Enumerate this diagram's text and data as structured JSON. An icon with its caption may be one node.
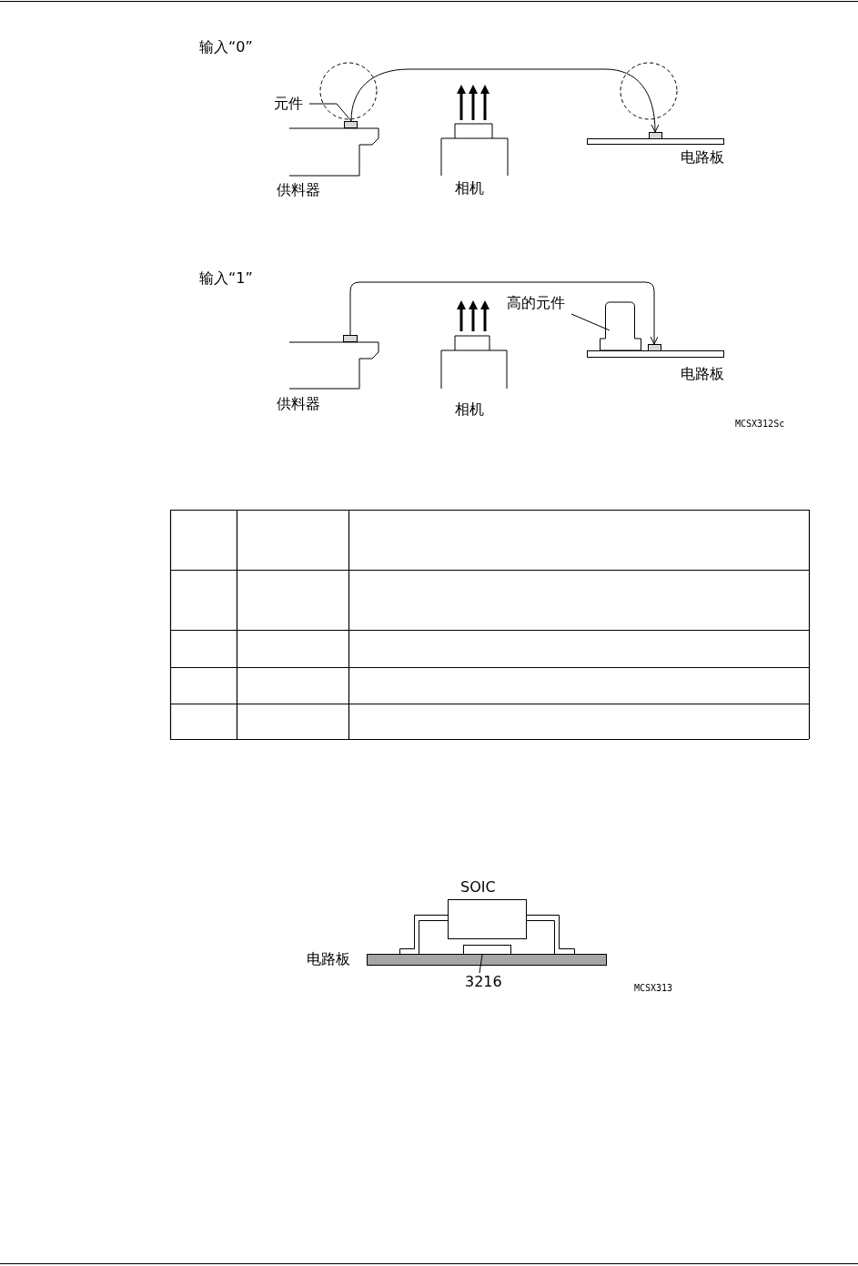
{
  "diagram": {
    "nodes": [
      {
        "text": [
          "元件"
        ]
      },
      {
        "text": [],
        "shape": "box"
      },
      {
        "text": [],
        "shape": "box"
      },
      {
        "text": [
          "高的元件"
        ]
      },
      {
        "text": [],
        "shape": "box"
      },
      {
        "text": [],
        "shape": "box"
      },
      {
        "text": [],
        "shape": "box"
      },
      {
        "text": [
          "3216"
        ]
      },
      {
        "text": [],
        "shape": "box"
      },
      {
        "text": [
          "SOIC"
        ]
      }
    ],
    "edges": [
      {
        "from": 0,
        "to": 1,
        "arrow": "none"
      },
      {
        "from": 1,
        "to": 2,
        "arrow": "to"
      },
      {
        "from": 3,
        "to": 4,
        "arrow": "none"
      },
      {
        "from": 5,
        "to": 6,
        "arrow": "to"
      },
      {
        "from": 7,
        "to": 8,
        "arrow": "none"
      }
    ],
    "labels": [
      "输入“0”",
      "电路板",
      "供料器",
      "相机",
      "输入“1”",
      "电路板",
      "供料器",
      "相机",
      "MCSX312Sc",
      "电路板",
      "MCSX313"
    ]
  }
}
